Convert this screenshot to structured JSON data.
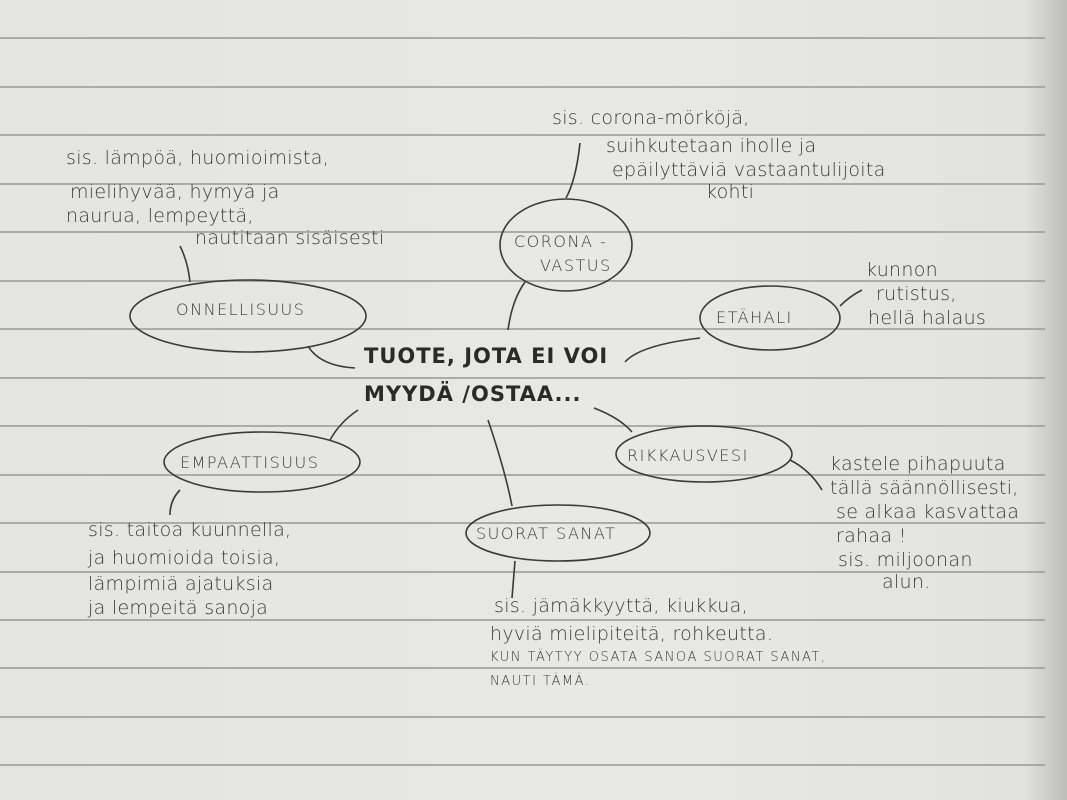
{
  "center": {
    "line1": "TUOTE, JOTA EI VOI",
    "line2": "MYYDÄ /OSTAA..."
  },
  "nodes": [
    {
      "label": "ONNELLISUUS",
      "notes": [
        "sis. lämpöä, huomioimista,",
        "mielihyvää, hymyä ja",
        "naurua, lempeyttä,",
        "nautitaan sisäisesti"
      ]
    },
    {
      "label_1": "CORONA -",
      "label_2": "VASTUS",
      "notes": [
        "sis. corona-mörköjä,",
        "suihkutetaan iholle ja",
        "epäilyttäviä vastaantulijoita",
        "kohti"
      ]
    },
    {
      "label": "ETÄHALI",
      "notes": [
        "kunnon",
        "rutistus,",
        "hellä halaus"
      ]
    },
    {
      "label": "RIKKAUSVESI",
      "notes": [
        "kastele pihapuuta",
        "tällä säännöllisesti,",
        "se alkaa kasvattaa",
        "rahaa !",
        "sis. miljoonan",
        "alun."
      ]
    },
    {
      "label": "SUORAT SANAT",
      "notes": [
        "sis. jämäkkyyttä, kiukkua,",
        "hyviä mielipiteitä, rohkeutta.",
        "KUN TÄYTYY OSATA SANOA SUORAT SANAT,",
        "NAUTI TÄMÄ."
      ]
    },
    {
      "label": "EMPAATTISUUS",
      "notes": [
        "sis. taitoa kuunnella,",
        "ja huomioida toisia,",
        "lämpimiä ajatuksia",
        "ja lempeitä sanoja"
      ]
    }
  ]
}
